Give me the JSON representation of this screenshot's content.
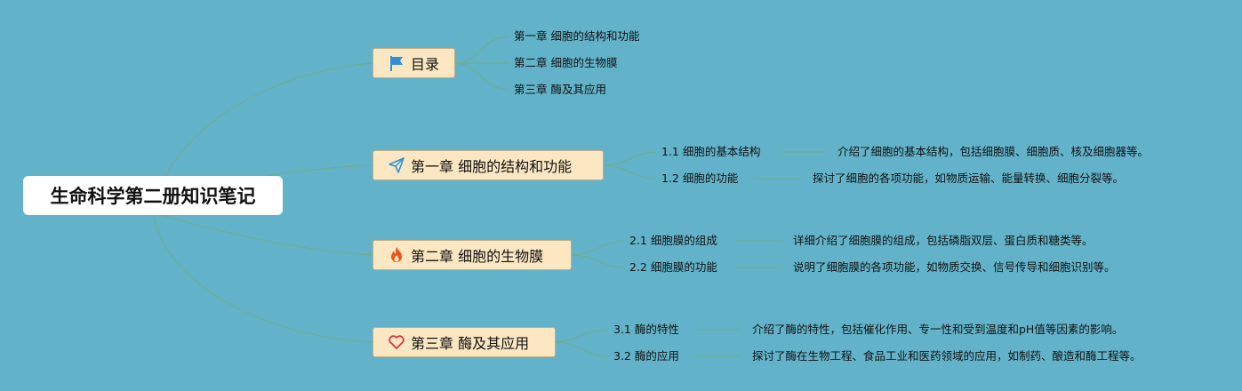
{
  "root": {
    "title": "生命科学第二册知识笔记"
  },
  "branches": [
    {
      "label": "目录",
      "icon": "flag-icon",
      "children": [
        {
          "label": "第一章 细胞的结构和功能"
        },
        {
          "label": "第二章 细胞的生物膜"
        },
        {
          "label": "第三章 酶及其应用"
        }
      ]
    },
    {
      "label": "第一章 细胞的结构和功能",
      "icon": "paper-plane-icon",
      "children": [
        {
          "label": "1.1 细胞的基本结构",
          "note": "介绍了细胞的基本结构，包括细胞膜、细胞质、核及细胞器等。"
        },
        {
          "label": "1.2 细胞的功能",
          "note": "探讨了细胞的各项功能，如物质运输、能量转换、细胞分裂等。"
        }
      ]
    },
    {
      "label": "第二章 细胞的生物膜",
      "icon": "fire-icon",
      "children": [
        {
          "label": "2.1 细胞膜的组成",
          "note": "详细介绍了细胞膜的组成，包括磷脂双层、蛋白质和糖类等。"
        },
        {
          "label": "2.2 细胞膜的功能",
          "note": "说明了细胞膜的各项功能，如物质交换、信号传导和细胞识别等。"
        }
      ]
    },
    {
      "label": "第三章 酶及其应用",
      "icon": "heart-icon",
      "children": [
        {
          "label": "3.1 酶的特性",
          "note": "介绍了酶的特性，包括催化作用、专一性和受到温度和pH值等因素的影响。"
        },
        {
          "label": "3.2 酶的应用",
          "note": "探讨了酶在生物工程、食品工业和医药领域的应用，如制药、酿造和酶工程等。"
        }
      ]
    }
  ],
  "colors": {
    "background": "#62b3c9",
    "branch_fill": "#fbe8c3",
    "connector": "#6fae8a",
    "flag": "#2f8fd8",
    "plane": "#2f8fd8",
    "fire": "#e8541c",
    "heart": "#d9353a"
  }
}
